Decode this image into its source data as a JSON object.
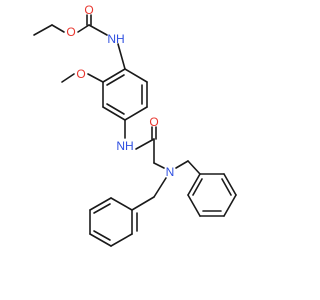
{
  "colors": {
    "bond": "#1a1a1a",
    "oxygen": "#e8362e",
    "nitrogen": "#3050e0",
    "carbon": "#1a1a1a",
    "background": "#ffffff"
  },
  "molecule": {
    "atoms": [
      {
        "id": "O_ethoxy",
        "element": "O",
        "label": "O"
      },
      {
        "id": "O_carbonyl_top",
        "element": "O",
        "label": "O"
      },
      {
        "id": "NH_carbamate",
        "element": "N",
        "label": "NH"
      },
      {
        "id": "O_methoxy",
        "element": "O",
        "label": "O"
      },
      {
        "id": "NH_amide",
        "element": "N",
        "label": "NH"
      },
      {
        "id": "O_amide",
        "element": "O",
        "label": "O"
      },
      {
        "id": "N_dibenzyl",
        "element": "N",
        "label": "N"
      }
    ]
  }
}
